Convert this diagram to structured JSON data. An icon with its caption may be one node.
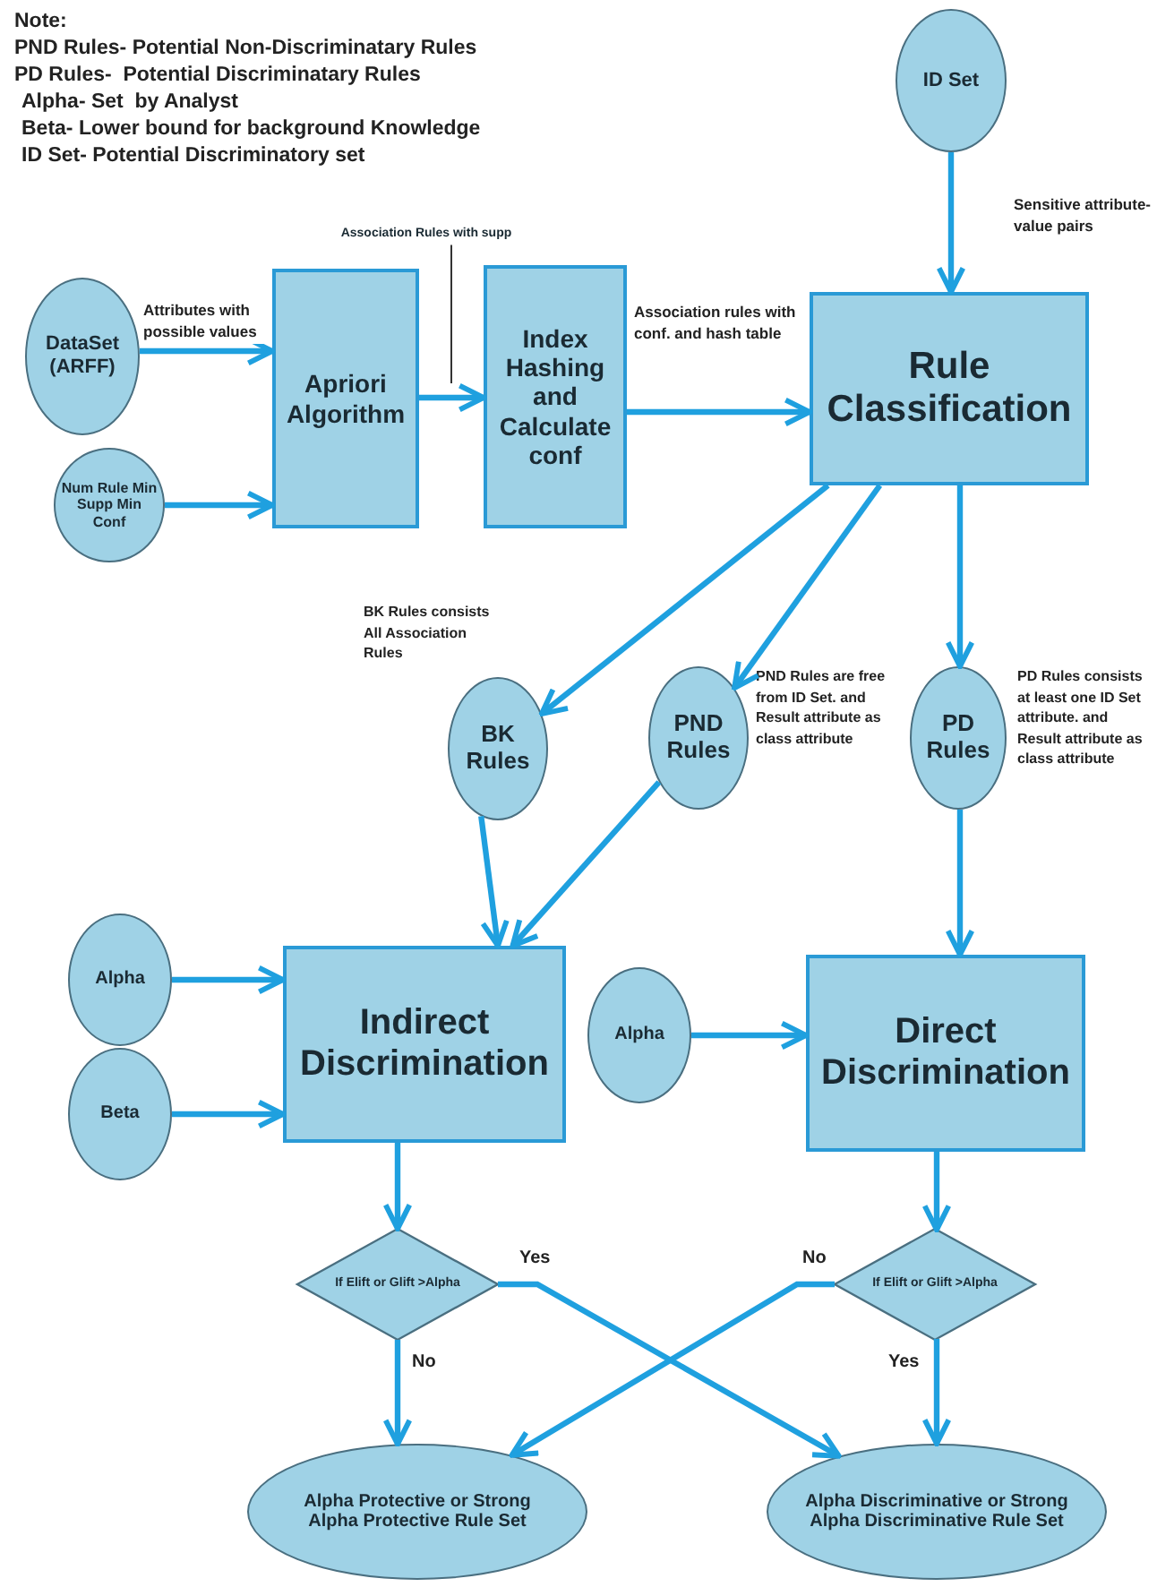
{
  "diagram": {
    "nodes": [
      {
        "text": [
          "ID Set"
        ]
      },
      {
        "text": [
          "DataSet (ARFF)"
        ]
      },
      {
        "text": [
          "Num Rule Min Supp Min Conf"
        ]
      },
      {
        "text": [
          "Apriori Algorithm"
        ]
      },
      {
        "text": [
          "Index Hashing and Calculate conf"
        ]
      },
      {
        "text": [
          "Rule Classification"
        ]
      },
      {
        "text": [
          "BK Rules"
        ],
        "beside": [
          "BK Rules  consists All Association Rules"
        ]
      },
      {
        "text": [
          "PND Rules"
        ],
        "beside": [
          "PND Rules are free from ID Set. and Result attribute as class attribute"
        ]
      },
      {
        "text": [
          "PD Rules"
        ],
        "beside": [
          "PD Rules consists at least one ID Set attribute. and Result attribute as class attribute"
        ]
      },
      {
        "text": [
          "Alpha"
        ]
      },
      {
        "text": [
          "Beta"
        ]
      },
      {
        "text": [
          "Indirect Discrimination"
        ]
      },
      {
        "text": [
          "Alpha"
        ]
      },
      {
        "text": [
          "Direct Discrimination"
        ]
      },
      {
        "text": [
          "If Elift or Glift >Alpha"
        ]
      },
      {
        "text": [
          "If Elift or Glift >Alpha"
        ]
      },
      {
        "text": [
          "Alpha Protective or Strong Alpha Protective Rule Set"
        ]
      },
      {
        "text": [
          "Alpha Discriminative or Strong Alpha Discriminative Rule Set"
        ]
      },
      {
        "text": [
          "Association Rules with supp"
        ]
      }
    ],
    "edges": [
      {
        "from": 0,
        "to": 5,
        "arrow": "to",
        "label": "Sensitive attribute-value pairs"
      },
      {
        "from": 1,
        "to": 3,
        "arrow": "to",
        "label": "Attributes with possible values"
      },
      {
        "from": 2,
        "to": 3,
        "arrow": "to"
      },
      {
        "from": 3,
        "to": 4,
        "arrow": "to"
      },
      {
        "from": 4,
        "to": 5,
        "arrow": "to",
        "label": "Association rules with conf. and hash table"
      },
      {
        "from": 5,
        "to": 6,
        "arrow": "to"
      },
      {
        "from": 5,
        "to": 7,
        "arrow": "to"
      },
      {
        "from": 5,
        "to": 8,
        "arrow": "to"
      },
      {
        "from": 6,
        "to": 11,
        "arrow": "to"
      },
      {
        "from": 7,
        "to": 11,
        "arrow": "to"
      },
      {
        "from": 9,
        "to": 11,
        "arrow": "to"
      },
      {
        "from": 10,
        "to": 11,
        "arrow": "to"
      },
      {
        "from": 8,
        "to": 13,
        "arrow": "to"
      },
      {
        "from": 12,
        "to": 13,
        "arrow": "to"
      },
      {
        "from": 11,
        "to": 14,
        "arrow": "to"
      },
      {
        "from": 13,
        "to": 15,
        "arrow": "to"
      },
      {
        "from": 14,
        "to": 16,
        "arrow": "to",
        "label": "No"
      },
      {
        "from": 14,
        "to": 17,
        "arrow": "to",
        "label": "Yes"
      },
      {
        "from": 15,
        "to": 16,
        "arrow": "to",
        "label": "No"
      },
      {
        "from": 15,
        "to": 17,
        "arrow": "to",
        "label": "Yes"
      },
      {
        "from": 18,
        "to": null,
        "arrow": "none",
        "color": "#333333"
      }
    ],
    "labels": [
      "Note:",
      "PND Rules- Potential Non-Discriminatary Rules",
      "PD Rules-  Potential Discriminatary Rules",
      "Alpha- Set  by Analyst",
      "Beta- Lower bound for background Knowledge",
      "ID Set- Potential Discriminatory set"
    ]
  }
}
